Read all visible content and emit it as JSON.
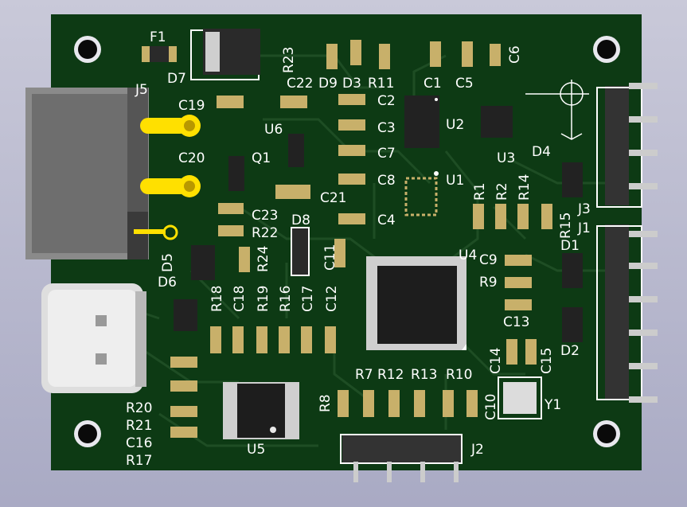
{
  "colors": {
    "pcb": "#0d3a14",
    "trace": "#1e4d24",
    "pad": "#c8b06a",
    "gold": "#ffe000",
    "ic": "#222222",
    "silk": "#ffffff",
    "background": "#b8b9d0"
  },
  "labels": {
    "F1": "F1",
    "D7": "D7",
    "R23": "R23",
    "C22": "C22",
    "D9": "D9",
    "D3": "D3",
    "R11": "R11",
    "C1": "C1",
    "C5": "C5",
    "C6": "C6",
    "J5": "J5",
    "C19": "C19",
    "C2": "C2",
    "C3": "C3",
    "U2": "U2",
    "U6": "U6",
    "C20": "C20",
    "Q1": "Q1",
    "C7": "C7",
    "U3": "U3",
    "D4": "D4",
    "C8": "C8",
    "U1": "U1",
    "C21": "C21",
    "R1": "R1",
    "R2": "R2",
    "R14": "R14",
    "J3": "J3",
    "C23": "C23",
    "C4": "C4",
    "R15": "R15",
    "J1": "J1",
    "D8": "D8",
    "R22": "R22",
    "D1": "D1",
    "D5": "D5",
    "R24": "R24",
    "C11": "C11",
    "U4": "U4",
    "C9": "C9",
    "D6": "D6",
    "R9": "R9",
    "R18": "R18",
    "C18": "C18",
    "R19": "R19",
    "R16": "R16",
    "C17": "C17",
    "C12": "C12",
    "C13": "C13",
    "D2": "D2",
    "C14": "C14",
    "C15": "C15",
    "R7": "R7",
    "R12": "R12",
    "R13": "R13",
    "R10": "R10",
    "R8": "R8",
    "C10": "C10",
    "Y1": "Y1",
    "R20": "R20",
    "R21": "R21",
    "C16": "C16",
    "R17": "R17",
    "U5": "U5",
    "J2": "J2"
  }
}
